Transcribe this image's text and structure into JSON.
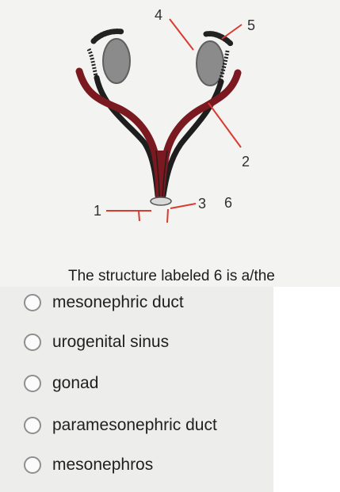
{
  "diagram": {
    "labels": {
      "l1": "1",
      "l2": "2",
      "l3": "3",
      "l4": "4",
      "l5": "5",
      "l6": "6"
    }
  },
  "question": {
    "prompt": "The structure labeled 6 is a/the",
    "options": [
      {
        "label": "mesonephric duct"
      },
      {
        "label": "urogenital sinus"
      },
      {
        "label": "gonad"
      },
      {
        "label": "paramesonephric duct"
      },
      {
        "label": "mesonephros"
      }
    ]
  }
}
